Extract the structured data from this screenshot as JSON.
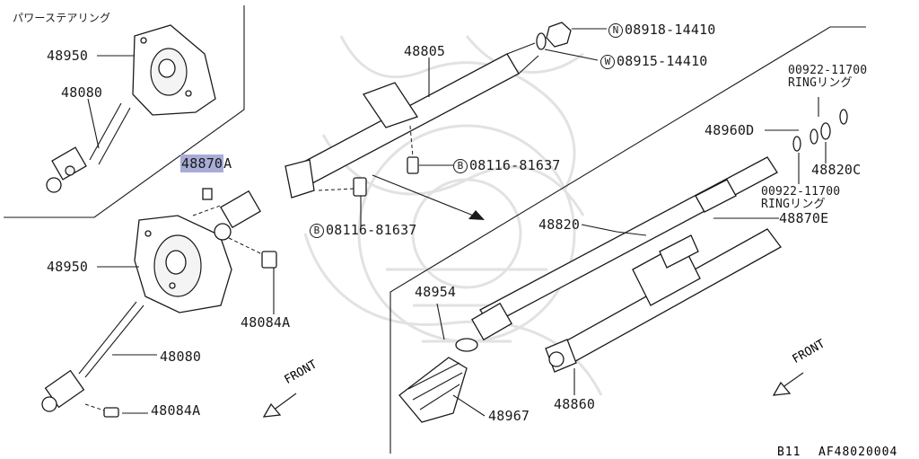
{
  "labels": {
    "power_steering_jp": "パワーステアリング",
    "p48950_top": "48950",
    "p48080_top": "48080",
    "p48870a_num": "48870",
    "p48870a_suffix": "A",
    "p48805": "48805",
    "nut_code": "N",
    "p08918": "08918-14410",
    "washer_code": "W",
    "p08915": "08915-14410",
    "ring_top_num": "00922-11700",
    "ring_top_text": "RINGリング",
    "p48960d": "48960D",
    "p48820c": "48820C",
    "ring_mid_num": "00922-11700",
    "ring_mid_text": "RINGリング",
    "p48870e": "48870E",
    "bolt_code_1": "B",
    "p08116_a": "08116-81637",
    "bolt_code_2": "B",
    "p08116_b": "08116-81637",
    "p48820": "48820",
    "p48950_main": "48950",
    "p48954": "48954",
    "p48084a_mid": "48084A",
    "p48080_main": "48080",
    "p48084a_bot": "48084A",
    "p48967": "48967",
    "p48860": "48860",
    "front_left": "FRONT",
    "front_right": "FRONT",
    "model_code": "B11",
    "figure_code": "AF48020004"
  },
  "colors": {
    "highlight": "#a9acd6",
    "line": "#1a1a1a",
    "watermark": "#e2e2e2"
  }
}
